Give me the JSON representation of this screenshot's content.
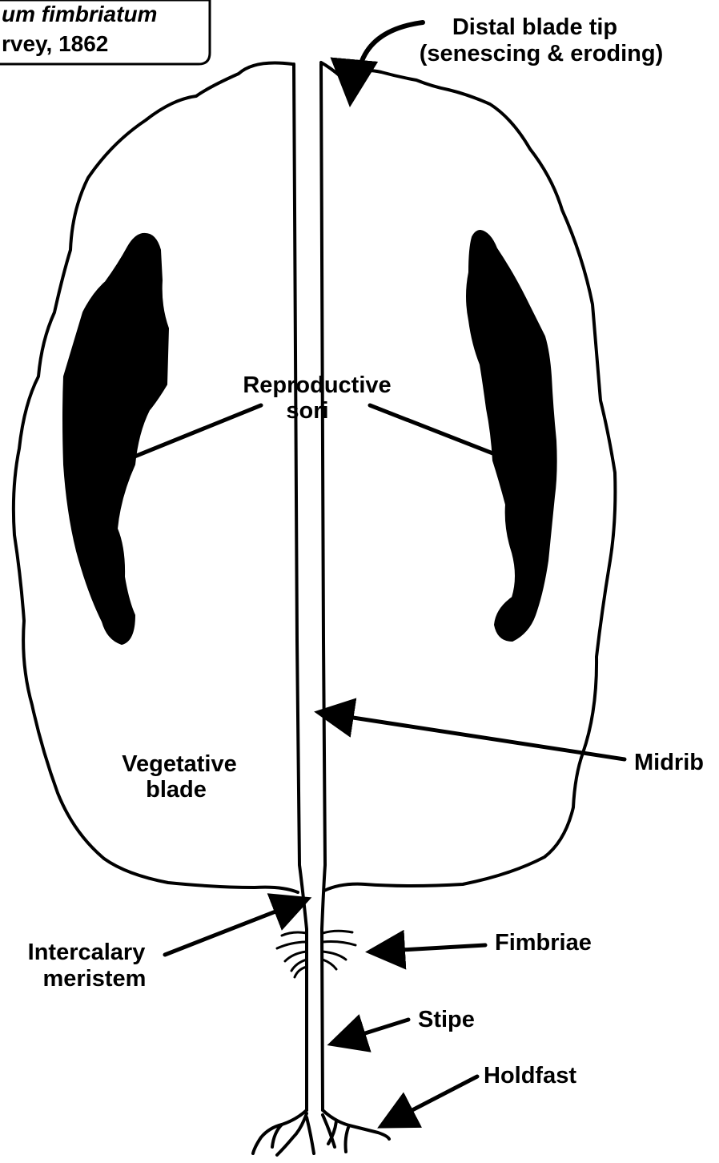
{
  "title_box": {
    "line1": "um fimbriatum",
    "line2": "rvey, 1862"
  },
  "labels": {
    "distal_tip_line1": "Distal blade tip",
    "distal_tip_line2": "(senescing & eroding)",
    "reproductive_sori_line1": "Reproductive",
    "reproductive_sori_line2": "sori",
    "vegetative_blade_line1": "Vegetative",
    "vegetative_blade_line2": "blade",
    "midrib": "Midrib",
    "intercalary_meristem_line1": "Intercalary",
    "intercalary_meristem_line2": "meristem",
    "fimbriae": "Fimbriae",
    "stipe": "Stipe",
    "holdfast": "Holdfast"
  },
  "colors": {
    "ink": "#000000",
    "background": "#ffffff"
  }
}
